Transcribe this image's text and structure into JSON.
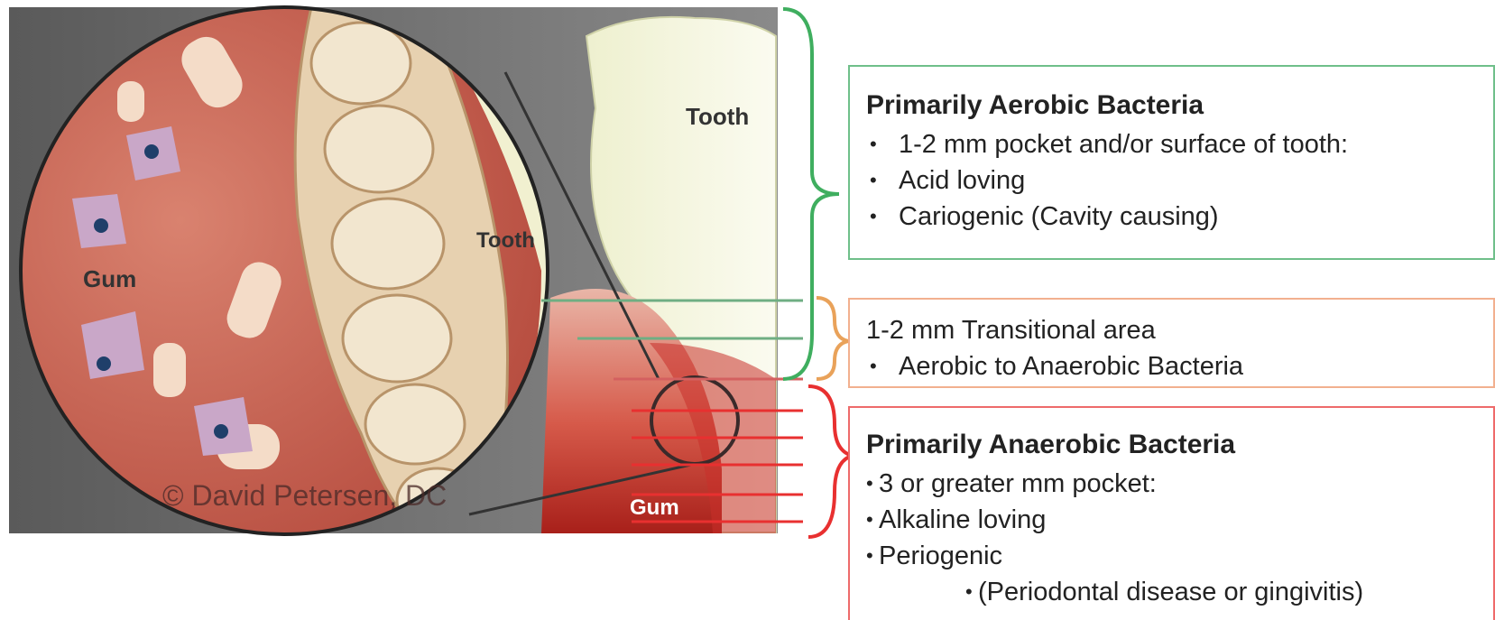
{
  "illustration": {
    "label_tooth_main": "Tooth",
    "label_tooth_zoom": "Tooth",
    "label_gum_zoom": "Gum",
    "label_gum_main": "Gum",
    "watermark": "© David Petersen, DC"
  },
  "aerobic": {
    "title": "Primarily Aerobic Bacteria",
    "items": [
      "1-2 mm pocket and/or surface of tooth:",
      "Acid loving",
      "Cariogenic (Cavity causing)"
    ]
  },
  "transition": {
    "title": "1-2 mm Transitional area",
    "items": [
      "Aerobic to Anaerobic Bacteria"
    ]
  },
  "anaerobic": {
    "title": "Primarily Anaerobic Bacteria",
    "items": [
      "3 or greater mm pocket:",
      "Alkaline loving",
      "Periogenic"
    ],
    "subitem": "(Periodontal disease or gingivitis)"
  },
  "colors": {
    "aerobic_accent": "#3fae5f",
    "transition_accent": "#f2b08f",
    "anaerobic_accent": "#e83030"
  }
}
